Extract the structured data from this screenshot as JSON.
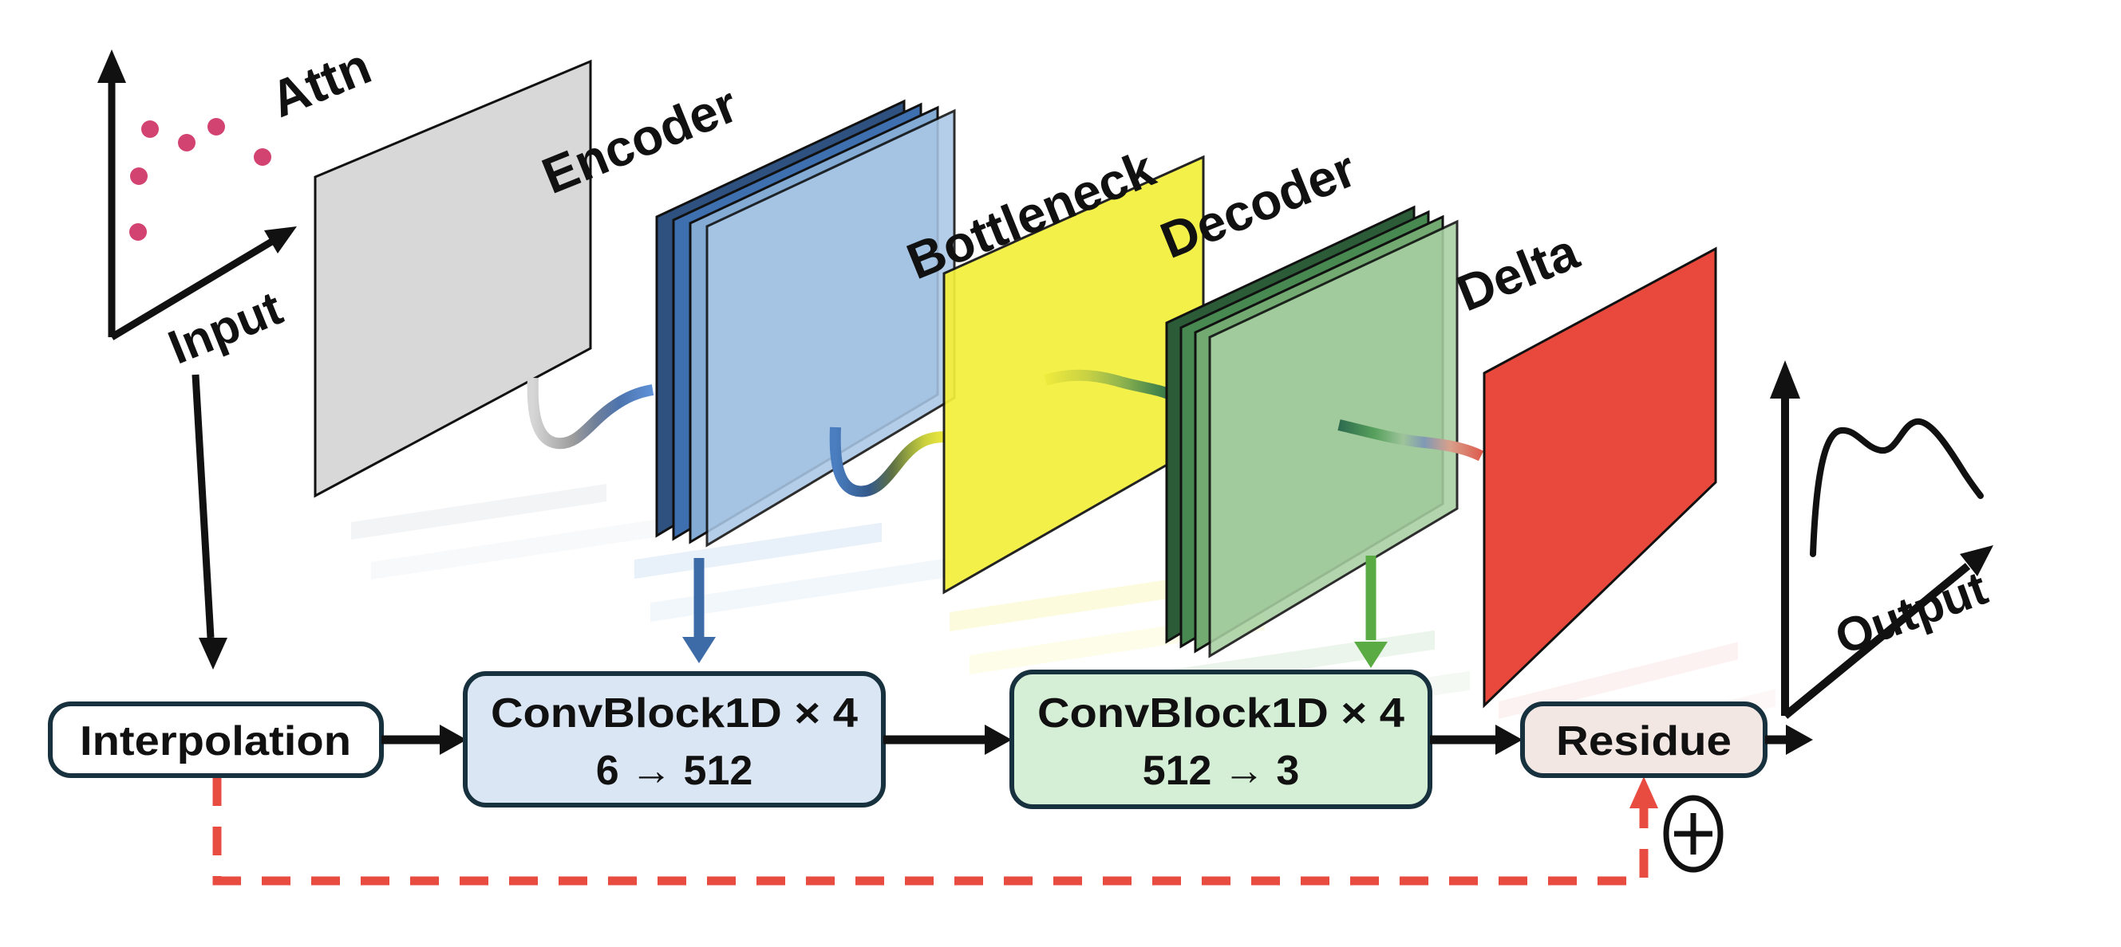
{
  "figure": {
    "stages": {
      "attn": "Attn",
      "encoder": "Encoder",
      "bottleneck": "Bottleneck",
      "decoder": "Decoder",
      "delta": "Delta"
    },
    "encoder_sheet_count": 4,
    "decoder_sheet_count": 4,
    "input_label": "Input",
    "output_label": "Output",
    "pipeline": {
      "interpolation_label": "Interpolation",
      "conv1_title": "ConvBlock1D × 4",
      "conv1_channels": "6 → 512",
      "conv2_title": "ConvBlock1D × 4",
      "conv2_channels": "512 → 3",
      "residue_label": "Residue"
    },
    "colors": {
      "attn_plane": "#d8d8d8",
      "encoder_front": "#aac8e6",
      "encoder_back": [
        "#2e5180",
        "#3e6fae",
        "#84abd4"
      ],
      "bottleneck_plane": "#f4ef3b",
      "decoder_front": "#a8d0a2",
      "decoder_back": [
        "#2b5c37",
        "#478951",
        "#73aa72"
      ],
      "delta_plane": "#e8493c",
      "skip_dashed": "#e84c41",
      "encoder_arrow": "#3d6ba8",
      "decoder_arrow": "#5aab44",
      "input_dots": "#d34372",
      "box_border": "#17313e",
      "interpolation_fill": "#ffffff",
      "conv1_fill": "#dbe6f4",
      "conv2_fill": "#d5eed6",
      "residue_fill": "#f3e7e3"
    }
  }
}
